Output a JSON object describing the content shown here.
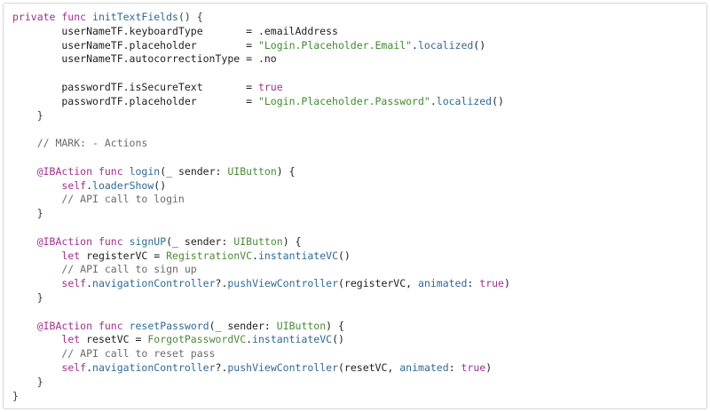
{
  "code_lines": [
    [
      {
        "t": "private func ",
        "c": "kw"
      },
      {
        "t": "initTextFields",
        "c": "fn"
      },
      {
        "t": "() {",
        "c": "punc"
      }
    ],
    [
      {
        "t": "        userNameTF.keyboardType       = .emailAddress",
        "c": ""
      }
    ],
    [
      {
        "t": "        userNameTF.placeholder        = ",
        "c": ""
      },
      {
        "t": "\"Login.Placeholder.Email\"",
        "c": "str"
      },
      {
        "t": ".",
        "c": ""
      },
      {
        "t": "localized",
        "c": "fn"
      },
      {
        "t": "()",
        "c": ""
      }
    ],
    [
      {
        "t": "        userNameTF.autocorrectionType = .no",
        "c": ""
      }
    ],
    [
      {
        "t": "",
        "c": ""
      }
    ],
    [
      {
        "t": "        passwordTF.isSecureText       = ",
        "c": ""
      },
      {
        "t": "true",
        "c": "kw"
      }
    ],
    [
      {
        "t": "        passwordTF.placeholder        = ",
        "c": ""
      },
      {
        "t": "\"Login.Placeholder.Password\"",
        "c": "str"
      },
      {
        "t": ".",
        "c": ""
      },
      {
        "t": "localized",
        "c": "fn"
      },
      {
        "t": "()",
        "c": ""
      }
    ],
    [
      {
        "t": "    }",
        "c": "punc"
      }
    ],
    [
      {
        "t": "",
        "c": ""
      }
    ],
    [
      {
        "t": "    // MARK: - Actions",
        "c": "cmt"
      }
    ],
    [
      {
        "t": "",
        "c": ""
      }
    ],
    [
      {
        "t": "    ",
        "c": ""
      },
      {
        "t": "@IBAction",
        "c": "kw"
      },
      {
        "t": " ",
        "c": ""
      },
      {
        "t": "func ",
        "c": "kw"
      },
      {
        "t": "login",
        "c": "fn"
      },
      {
        "t": "(_ sender: ",
        "c": ""
      },
      {
        "t": "UIButton",
        "c": "typ"
      },
      {
        "t": ") {",
        "c": ""
      }
    ],
    [
      {
        "t": "        ",
        "c": ""
      },
      {
        "t": "self",
        "c": "kw"
      },
      {
        "t": ".",
        "c": ""
      },
      {
        "t": "loaderShow",
        "c": "fn"
      },
      {
        "t": "()",
        "c": ""
      }
    ],
    [
      {
        "t": "        // API call to login",
        "c": "cmt"
      }
    ],
    [
      {
        "t": "    }",
        "c": "punc"
      }
    ],
    [
      {
        "t": "",
        "c": ""
      }
    ],
    [
      {
        "t": "    ",
        "c": ""
      },
      {
        "t": "@IBAction",
        "c": "kw"
      },
      {
        "t": " ",
        "c": ""
      },
      {
        "t": "func ",
        "c": "kw"
      },
      {
        "t": "signUP",
        "c": "fn"
      },
      {
        "t": "(_ sender: ",
        "c": ""
      },
      {
        "t": "UIButton",
        "c": "typ"
      },
      {
        "t": ") {",
        "c": ""
      }
    ],
    [
      {
        "t": "        ",
        "c": ""
      },
      {
        "t": "let ",
        "c": "kw"
      },
      {
        "t": "registerVC = ",
        "c": ""
      },
      {
        "t": "RegistrationVC",
        "c": "typ"
      },
      {
        "t": ".",
        "c": ""
      },
      {
        "t": "instantiateVC",
        "c": "fn"
      },
      {
        "t": "()",
        "c": ""
      }
    ],
    [
      {
        "t": "        // API call to sign up",
        "c": "cmt"
      }
    ],
    [
      {
        "t": "        ",
        "c": ""
      },
      {
        "t": "self",
        "c": "kw"
      },
      {
        "t": ".",
        "c": ""
      },
      {
        "t": "navigationController",
        "c": "fn"
      },
      {
        "t": "?.",
        "c": ""
      },
      {
        "t": "pushViewController",
        "c": "fn"
      },
      {
        "t": "(registerVC, ",
        "c": ""
      },
      {
        "t": "animated",
        "c": "fn"
      },
      {
        "t": ": ",
        "c": ""
      },
      {
        "t": "true",
        "c": "kw"
      },
      {
        "t": ")",
        "c": ""
      }
    ],
    [
      {
        "t": "    }",
        "c": "punc"
      }
    ],
    [
      {
        "t": "",
        "c": ""
      }
    ],
    [
      {
        "t": "    ",
        "c": ""
      },
      {
        "t": "@IBAction",
        "c": "kw"
      },
      {
        "t": " ",
        "c": ""
      },
      {
        "t": "func ",
        "c": "kw"
      },
      {
        "t": "resetPassword",
        "c": "fn"
      },
      {
        "t": "(_ sender: ",
        "c": ""
      },
      {
        "t": "UIButton",
        "c": "typ"
      },
      {
        "t": ") {",
        "c": ""
      }
    ],
    [
      {
        "t": "        ",
        "c": ""
      },
      {
        "t": "let ",
        "c": "kw"
      },
      {
        "t": "resetVC = ",
        "c": ""
      },
      {
        "t": "ForgotPasswordVC",
        "c": "typ"
      },
      {
        "t": ".",
        "c": ""
      },
      {
        "t": "instantiateVC",
        "c": "fn"
      },
      {
        "t": "()",
        "c": ""
      }
    ],
    [
      {
        "t": "        // API call to reset pass",
        "c": "cmt"
      }
    ],
    [
      {
        "t": "        ",
        "c": ""
      },
      {
        "t": "self",
        "c": "kw"
      },
      {
        "t": ".",
        "c": ""
      },
      {
        "t": "navigationController",
        "c": "fn"
      },
      {
        "t": "?.",
        "c": ""
      },
      {
        "t": "pushViewController",
        "c": "fn"
      },
      {
        "t": "(resetVC, ",
        "c": ""
      },
      {
        "t": "animated",
        "c": "fn"
      },
      {
        "t": ": ",
        "c": ""
      },
      {
        "t": "true",
        "c": "kw"
      },
      {
        "t": ")",
        "c": ""
      }
    ],
    [
      {
        "t": "    }",
        "c": "punc"
      }
    ],
    [
      {
        "t": "}",
        "c": "punc"
      }
    ]
  ],
  "colors": {
    "keyword": "#a0318f",
    "function": "#2f6a95",
    "type": "#4e8a38",
    "string": "#3f8a2f",
    "comment": "#6b6b6b",
    "text": "#1e1e1e"
  }
}
